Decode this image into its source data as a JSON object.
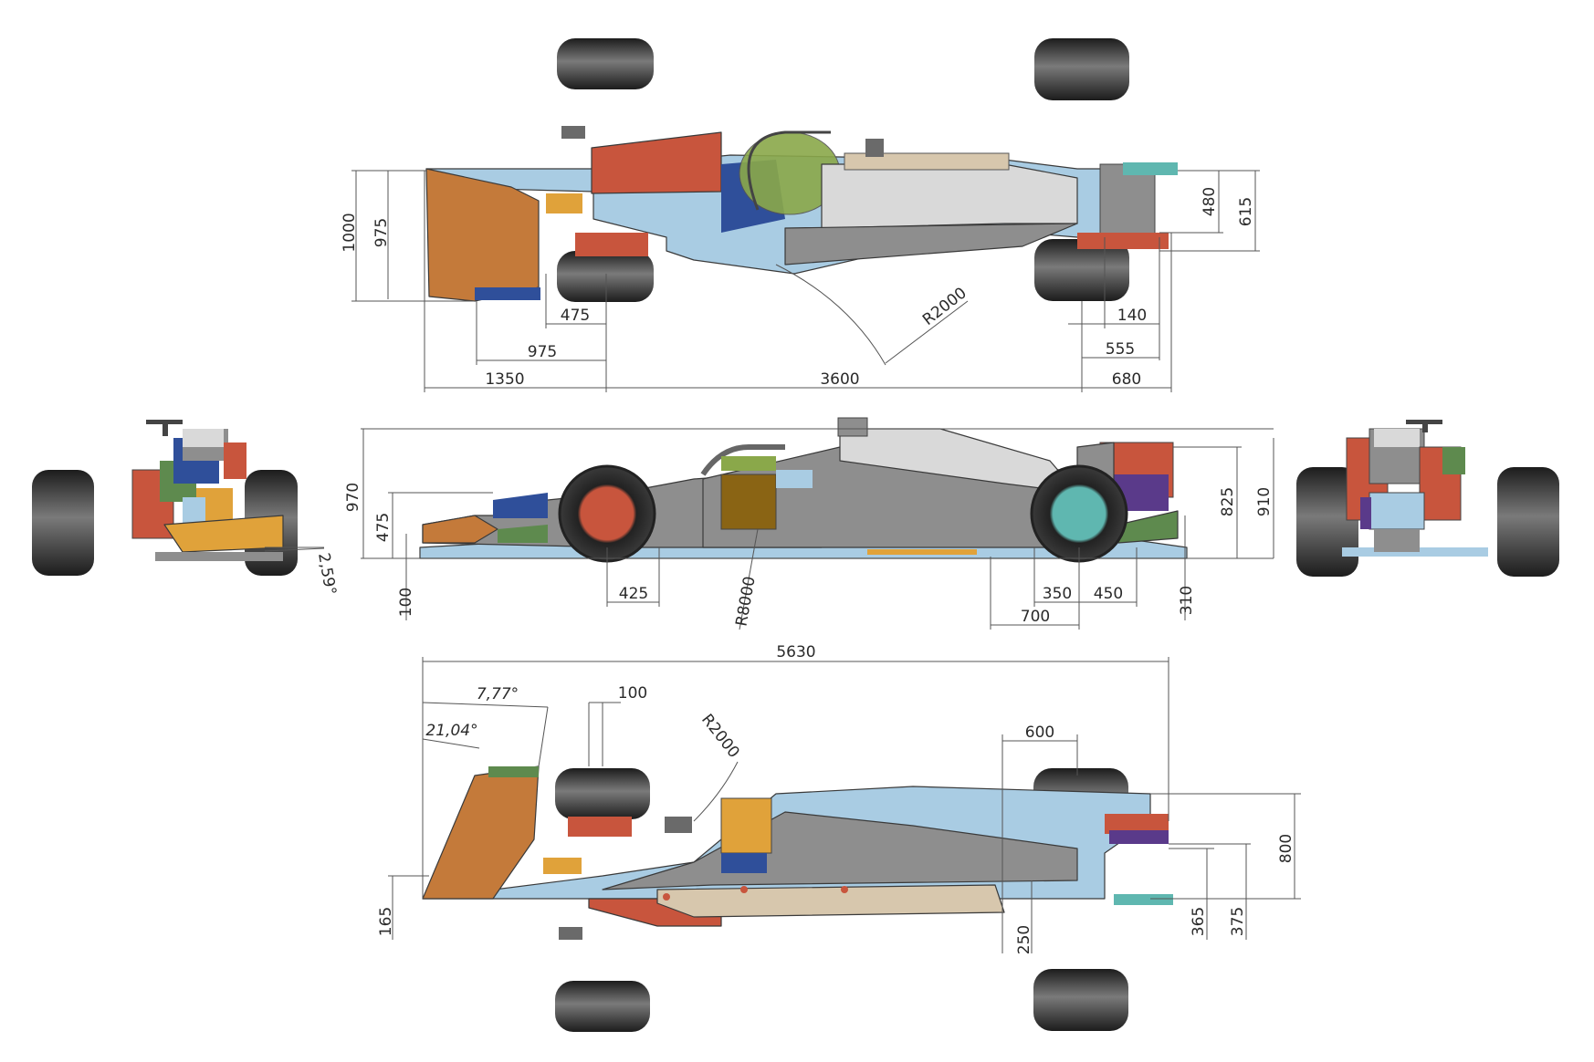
{
  "colors": {
    "light_blue": "#a9cce3",
    "orange": "#c47a3a",
    "red": "#c8553d",
    "grey": "#8e8e8e",
    "light_grey": "#d9d9d9",
    "blue": "#2f4f9a",
    "yellow": "#e0a23a",
    "green": "#5e8a4e",
    "teal": "#5fb7b0",
    "purple": "#5a3a8a",
    "beige": "#d7c7ad",
    "tire": "#2f2f2f"
  },
  "views": {
    "top": {
      "labels": {
        "overall_height": "1000",
        "wing_height": "975",
        "front_overhang_gap": "475",
        "front_wing_to_axle": "975",
        "front_overhang": "1350",
        "wheelbase": "3600",
        "rear_overhang": "680",
        "rear_wing_offset": "140",
        "rear_wing_to_axle": "555",
        "rear_wing_span_a": "480",
        "rear_wing_span_b": "615",
        "radius": "R2000"
      }
    },
    "side": {
      "labels": {
        "overall_height": "970",
        "nose_height": "475",
        "ground_clearance": "100",
        "front_wheel_offset": "425",
        "floor_radius": "R8000",
        "diffuser_length": "700",
        "rear_a": "350",
        "rear_b": "450",
        "rear_floor_height": "310",
        "rear_wing_height_a": "825",
        "rear_wing_height_b": "910"
      }
    },
    "front": {
      "labels": {
        "angle": "2,59°"
      }
    },
    "bottom": {
      "labels": {
        "overall_length": "5630",
        "wing_angle_a": "7,77°",
        "wing_angle_b": "21,04°",
        "wheel_width": "100",
        "radius": "R2000",
        "rear_width": "600",
        "front_height": "165",
        "floor_height": "250",
        "rear_a": "365",
        "rear_b": "375",
        "rear_overall": "800"
      }
    }
  }
}
